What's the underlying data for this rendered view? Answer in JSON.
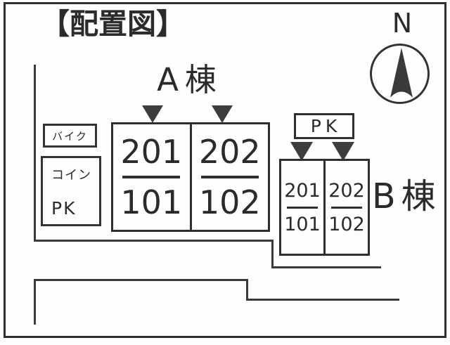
{
  "title": "【配置図】",
  "colors": {
    "ink": "#2b2b2b",
    "line": "#3a3a3a",
    "background": "#fefefd"
  },
  "compass": {
    "label": "N",
    "needle_icon": "north-needle"
  },
  "parking": {
    "bike_box_label": "バイク",
    "coin_box_line1": "コイン",
    "coin_box_line2": "PK"
  },
  "building_a": {
    "label": "A棟",
    "units": [
      {
        "upper": "201",
        "lower": "101"
      },
      {
        "upper": "202",
        "lower": "102"
      }
    ]
  },
  "building_b": {
    "label": "B棟",
    "parking_label": "PK",
    "units": [
      {
        "upper": "201",
        "lower": "101"
      },
      {
        "upper": "202",
        "lower": "102"
      }
    ]
  }
}
